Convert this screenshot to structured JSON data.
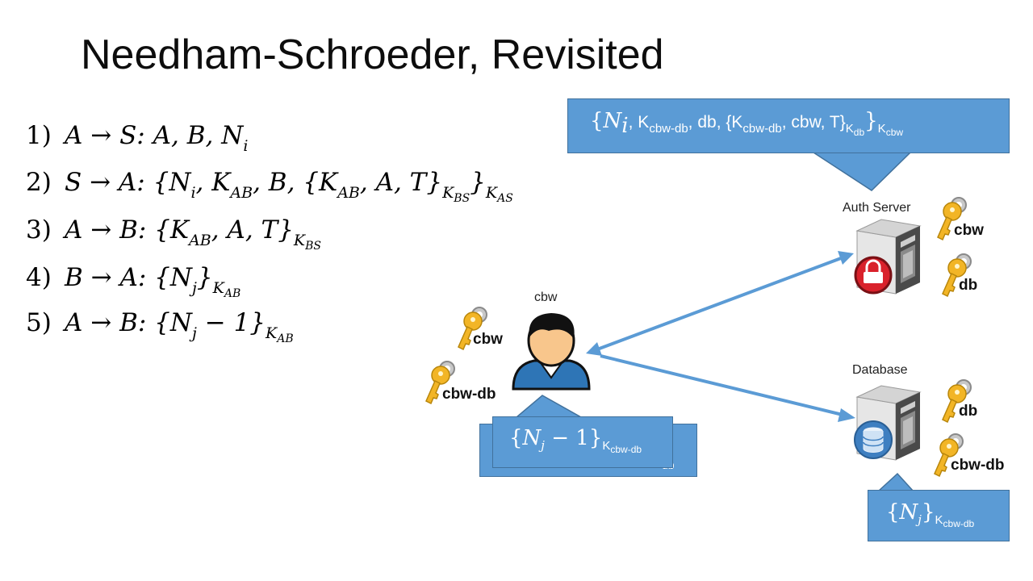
{
  "title": "Needham-Schroeder, Revisited",
  "steps": [
    {
      "num": "1)",
      "text": "A → S: A, B, N",
      "sub": "i"
    },
    {
      "num": "2)",
      "text": "S → A: {N",
      "p1": "i",
      "p2": ", K",
      "p3": "AB",
      "p4": ", B, {K",
      "p5": "AB",
      "p6": ", A, T}",
      "p7": "K",
      "p8": "BS",
      "p9": "}",
      "p10": "K",
      "p11": "AS"
    },
    {
      "num": "3)",
      "text": "A → B: {K",
      "p1": "AB",
      "p2": ", A, T}",
      "p3": "K",
      "p4": "BS"
    },
    {
      "num": "4)",
      "text": "B → A: {N",
      "p1": "j",
      "p2": "}",
      "p3": "K",
      "p4": "AB"
    },
    {
      "num": "5)",
      "text": "A → B: {N",
      "p1": "j",
      "p2": " − 1}",
      "p3": "K",
      "p4": "AB"
    }
  ],
  "nodes": {
    "user": {
      "label": "cbw",
      "keys": [
        "cbw",
        "cbw-db"
      ]
    },
    "auth_server": {
      "label": "Auth Server",
      "keys": [
        "cbw",
        "db"
      ]
    },
    "database": {
      "label": "Database",
      "keys": [
        "db",
        "cbw-db"
      ]
    }
  },
  "bubbles": {
    "auth": {
      "open": "{",
      "n": "N",
      "n_sub": "i",
      "t1": ", K",
      "k1": "cbw-db",
      "t2": ", db, {K",
      "k2": "cbw-db",
      "t3": ", cbw, T}",
      "k3": "K",
      "k3s": "db",
      "t4": "}",
      "k4": "K",
      "k4s": "cbw"
    },
    "db": {
      "open": "{",
      "n": "N",
      "n_sub": "j",
      "t1": "}",
      "k1": "K",
      "k1s": "cbw-db"
    },
    "user_back": {
      "ghost": "db"
    },
    "user_front": {
      "open": "{",
      "n": "N",
      "n_sub": "j",
      "t1": " − 1}",
      "k1": "K",
      "k1s": "cbw-db"
    }
  },
  "colors": {
    "bubble_fill": "#5b9bd5",
    "bubble_border": "#41719c",
    "arrow": "#5b9bd5",
    "key_gold": "#f2b526",
    "lock_red": "#d9212b"
  }
}
